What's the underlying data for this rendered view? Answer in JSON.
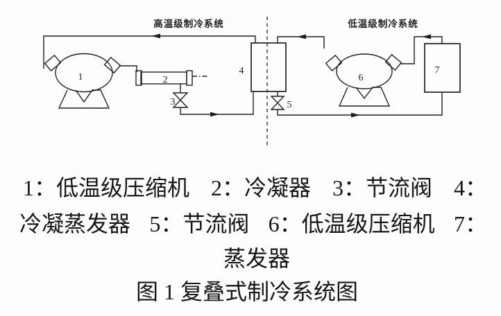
{
  "colors": {
    "ink": "#1f1f1f",
    "paper": "#fdfdfc"
  },
  "diagram": {
    "high_temp_label": "高温级制冷系统",
    "low_temp_label": "低温级制冷系统",
    "numbers": {
      "c1": "1",
      "c2": "2",
      "c3": "3",
      "c4": "4",
      "c5": "5",
      "c6": "6",
      "c7": "7"
    }
  },
  "caption": {
    "line1": {
      "s1": "1：低温级压缩机",
      "s2": "2：冷凝器",
      "s3": "3：节流阀",
      "s4": "4："
    },
    "line2": {
      "s1": "冷凝蒸发器",
      "s2": "5：节流阀",
      "s3": "6：低温级压缩机",
      "s4": "7："
    },
    "line3": "蒸发器",
    "line4": "图 1 复叠式制冷系统图"
  }
}
